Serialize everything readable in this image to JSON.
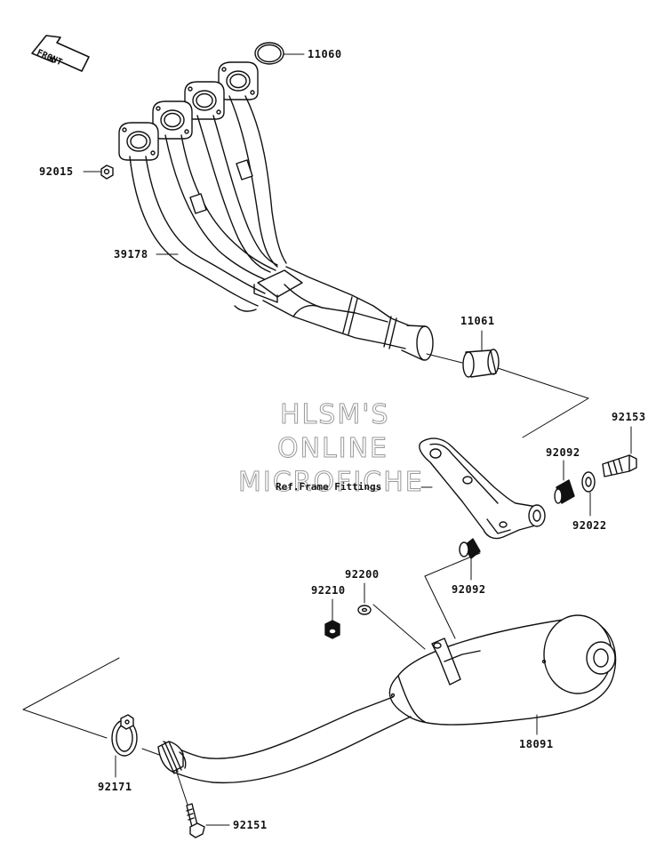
{
  "front_arrow_text": "FRONT",
  "watermark": {
    "line1": "HLSM'S",
    "line2": "ONLINE",
    "line3": "MICROFICHE"
  },
  "reference_note": "Ref.Frame Fittings",
  "parts": {
    "p11060": "11060",
    "p92015": "92015",
    "p39178": "39178",
    "p11061": "11061",
    "p92153": "92153",
    "p92092a": "92092",
    "p92022": "92022",
    "p92092b": "92092",
    "p92200": "92200",
    "p92210": "92210",
    "p18091": "18091",
    "p92171": "92171",
    "p92151": "92151"
  }
}
